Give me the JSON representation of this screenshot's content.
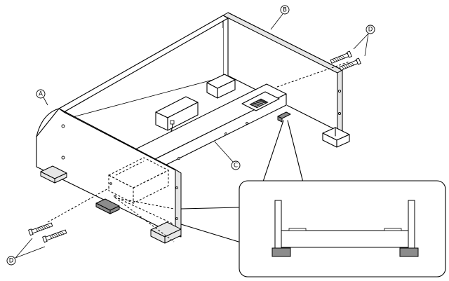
{
  "callouts": {
    "a": "A",
    "b": "B",
    "c": "C",
    "d_top": "D",
    "d_bottom": "D"
  },
  "colors": {
    "line": "#000000",
    "shade": "#e6e6e6",
    "foot": "#8c8c8c",
    "background": "#ffffff"
  }
}
